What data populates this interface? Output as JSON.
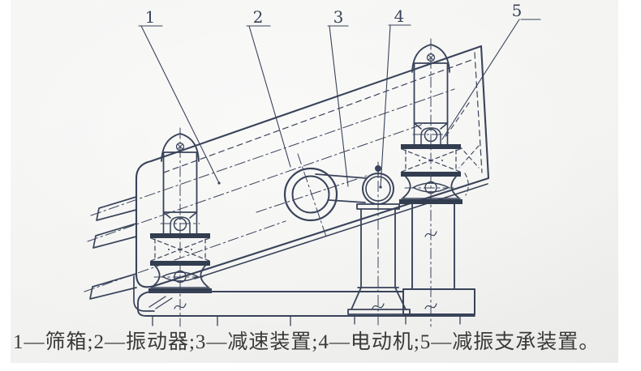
{
  "figure": {
    "type": "technical-drawing",
    "subject": "inclined vibrating screen side view",
    "caption": "1—筛箱;2—振动器;3—减速装置;4—电动机;5—减振支承装置。",
    "callouts": [
      {
        "number": "1",
        "part": "筛箱"
      },
      {
        "number": "2",
        "part": "振动器"
      },
      {
        "number": "3",
        "part": "减速装置"
      },
      {
        "number": "4",
        "part": "电动机"
      },
      {
        "number": "5",
        "part": "减振支承装置"
      }
    ],
    "colors": {
      "line": "#39435a",
      "plate_fill": "#323d50",
      "page_background": "#f2f2f0",
      "caption_text": "#3a3a3a",
      "margin": "#ffffff"
    }
  }
}
